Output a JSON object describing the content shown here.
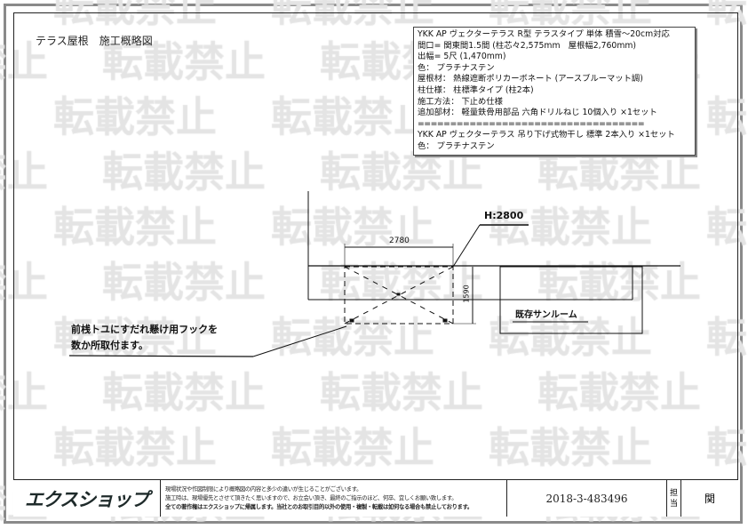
{
  "watermark": "転載禁止",
  "title": "テラス屋根　施工概略図",
  "spec_lines": [
    "YKK AP ヴェクターテラス R型 テラスタイプ 単体 積雪～20cm対応",
    "間口= 関東間1.5間 (柱芯々2,575mm　屋根幅2,760mm)",
    "出幅= 5尺 (1,470mm)",
    "色： プラチナステン",
    "屋根材： 熱線遮断ポリカーボネート (アースブルーマット調)",
    "柱仕様： 柱標準タイプ (柱2本)",
    "施工方法： 下止め仕様",
    "追加部材： 軽量鉄骨用部品 六角ドリルねじ 10個入り ×1セット",
    "===================================",
    "YKK AP ヴェクターテラス 吊り下げ式物干し 標準 2本入り ×1セット",
    "色： プラチナステン"
  ],
  "drawing": {
    "width_dim": "2780",
    "depth_dim": "1590",
    "height_label": "H:2800",
    "sunroom_label": "既存サンルーム",
    "note_line1": "前桟トユにすだれ懸け用フックを",
    "note_line2": "数か所取付ます。"
  },
  "footer": {
    "logo": "エクスショップ",
    "notes": [
      "現場状況や作図制限により概略図の内容と多少の違いが生じることがございます。",
      "施工時は、現場優先とさせて頂きたく思いますので、お立会い頂き、最終のご指示のほど、何卒、宜しくお願い致します。",
      "全ての著作権はエクスショップに帰属します。当社とのお取引目的以外の使用・複製・転載は如何なる場合も禁止しております。"
    ],
    "code": "2018-3-483496",
    "tanto_label": [
      "担",
      "当"
    ],
    "tanto_name": "関"
  }
}
